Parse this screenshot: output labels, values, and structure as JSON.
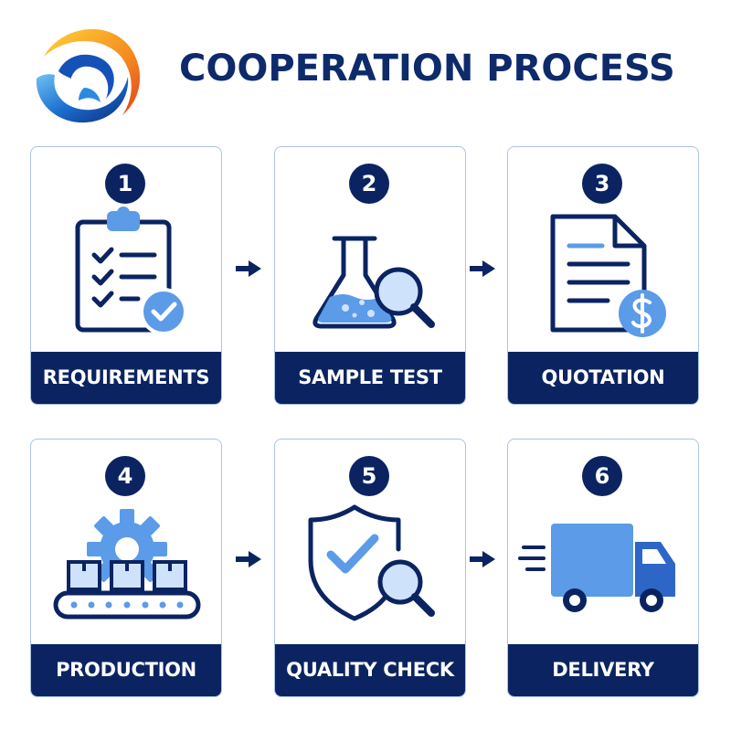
{
  "header": {
    "title": "COOPERATION PROCESS",
    "logo_icon": "bird-swoosh-logo-icon"
  },
  "steps": [
    {
      "number": "1",
      "label": "REQUIREMENTS",
      "icon": "clipboard-checklist-icon"
    },
    {
      "number": "2",
      "label": "SAMPLE TEST",
      "icon": "flask-magnifier-icon"
    },
    {
      "number": "3",
      "label": "QUOTATION",
      "icon": "document-dollar-icon"
    },
    {
      "number": "4",
      "label": "PRODUCTION",
      "icon": "gear-conveyor-icon"
    },
    {
      "number": "5",
      "label": "QUALITY CHECK",
      "icon": "shield-check-magnifier-icon"
    },
    {
      "number": "6",
      "label": "DELIVERY",
      "icon": "delivery-truck-icon"
    }
  ],
  "arrow_icon": "arrow-right-icon",
  "colors": {
    "navy": "#0b2461",
    "title": "#0d2a6b",
    "accent_blue": "#4a90e2",
    "light_blue": "#cfe2fb",
    "card_border": "#a9c3e8"
  }
}
